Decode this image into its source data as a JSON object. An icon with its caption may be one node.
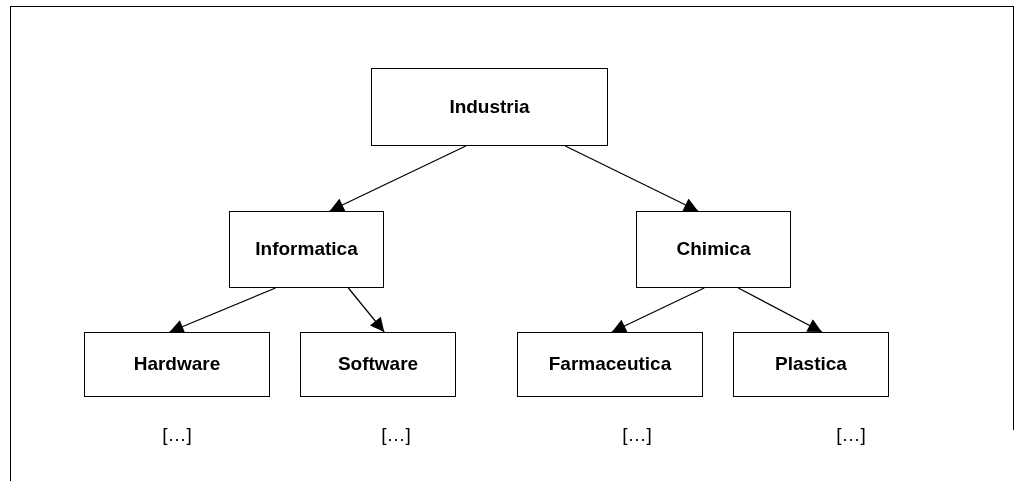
{
  "diagram": {
    "nodes": [
      {
        "text": [
          "Industria"
        ]
      },
      {
        "text": [
          "Informatica"
        ]
      },
      {
        "text": [
          "Chimica"
        ]
      },
      {
        "text": [
          "Hardware"
        ]
      },
      {
        "text": [
          "Software"
        ]
      },
      {
        "text": [
          "Farmaceutica"
        ]
      },
      {
        "text": [
          "Plastica"
        ]
      }
    ],
    "edges": [
      {
        "from": 0,
        "to": 1,
        "arrow": "to"
      },
      {
        "from": 0,
        "to": 2,
        "arrow": "to"
      },
      {
        "from": 1,
        "to": 3,
        "arrow": "to"
      },
      {
        "from": 1,
        "to": 4,
        "arrow": "to"
      },
      {
        "from": 2,
        "to": 5,
        "arrow": "to"
      },
      {
        "from": 2,
        "to": 6,
        "arrow": "to"
      }
    ],
    "labels": [
      "[…]",
      "[…]",
      "[…]",
      "[…]"
    ]
  }
}
